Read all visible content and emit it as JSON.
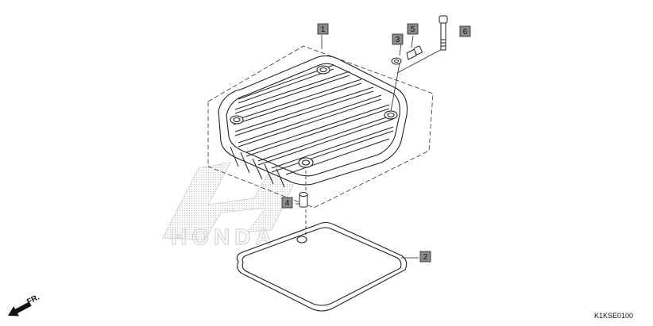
{
  "diagram": {
    "callouts": [
      {
        "id": "callout-1",
        "label": "1"
      },
      {
        "id": "callout-2",
        "label": "2"
      },
      {
        "id": "callout-3",
        "label": "3"
      },
      {
        "id": "callout-4",
        "label": "4"
      },
      {
        "id": "callout-5",
        "label": "5"
      },
      {
        "id": "callout-6",
        "label": "6"
      }
    ],
    "direction_label": "FR.",
    "diagram_code": "K1KSE0100",
    "watermark_brand": "HONDA",
    "colors": {
      "line": "#222222",
      "callout_fill": "#8c8c8c",
      "watermark": "#d9d9d9"
    }
  }
}
